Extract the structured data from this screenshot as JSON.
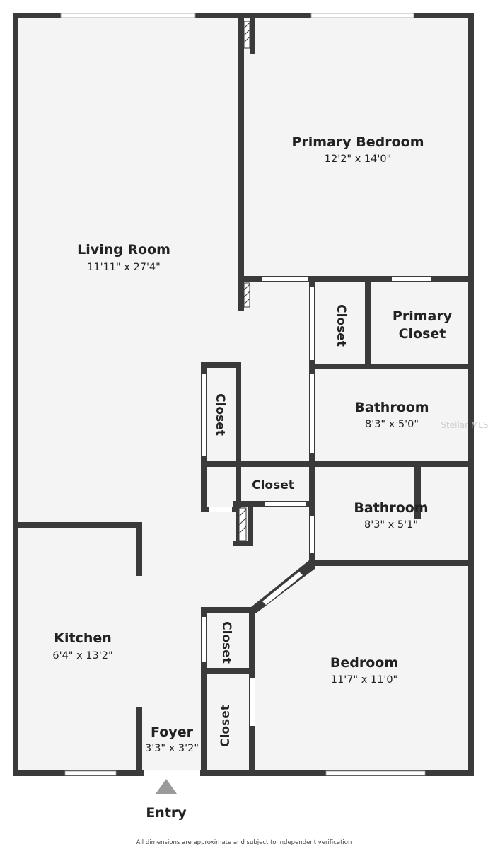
{
  "rooms": {
    "living_room": {
      "name": "Living Room",
      "dims": "11'11\" x 27'4\""
    },
    "primary_bedroom": {
      "name": "Primary Bedroom",
      "dims": "12'2\" x 14'0\""
    },
    "primary_closet": {
      "name_line1": "Primary",
      "name_line2": "Closet"
    },
    "bathroom_1": {
      "name": "Bathroom",
      "dims": "8'3\" x 5'0\""
    },
    "bathroom_2": {
      "name": "Bathroom",
      "dims": "8'3\" x 5'1\""
    },
    "kitchen": {
      "name": "Kitchen",
      "dims": "6'4\" x 13'2\""
    },
    "foyer": {
      "name": "Foyer",
      "dims": "3'3\" x 3'2\""
    },
    "bedroom": {
      "name": "Bedroom",
      "dims": "11'7\" x 11'0\""
    }
  },
  "closets": {
    "closet_a": "Closet",
    "closet_b": "Closet",
    "closet_c": "Closet",
    "closet_d": "Closet",
    "closet_e": "Closet"
  },
  "entry_label": "Entry",
  "watermark": "Stellar MLS",
  "disclaimer": "All dimensions are approximate and subject to independent verification",
  "colors": {
    "wall": "#3a3a3a",
    "floor": "#f4f4f4",
    "text": "#222222"
  }
}
